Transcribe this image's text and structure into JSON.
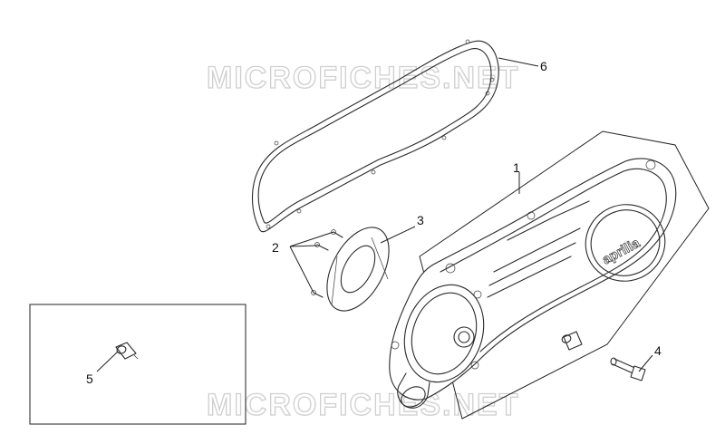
{
  "watermark": {
    "top_text": "MICROFICHES.NET",
    "bottom_text": "MICROFICHES.NET"
  },
  "cover_logo": "aprilia",
  "callouts": [
    {
      "id": "1",
      "label": "1",
      "part": "transmission-cover"
    },
    {
      "id": "2",
      "label": "2",
      "part": "screws"
    },
    {
      "id": "3",
      "label": "3",
      "part": "inner-plate"
    },
    {
      "id": "4",
      "label": "4",
      "part": "bolt"
    },
    {
      "id": "5",
      "label": "5",
      "part": "dowel-pin"
    },
    {
      "id": "6",
      "label": "6",
      "part": "gasket"
    }
  ]
}
